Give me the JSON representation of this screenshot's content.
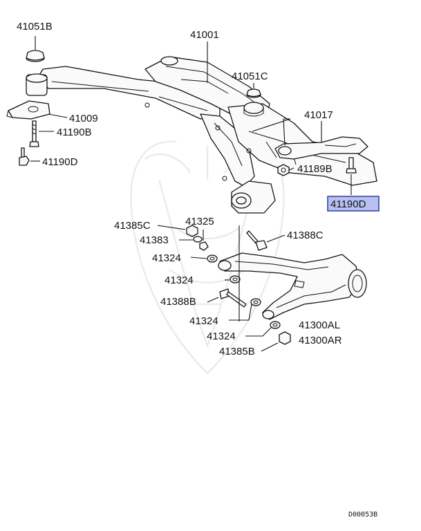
{
  "labels": {
    "p41051B": "41051B",
    "p41001": "41001",
    "p41051C": "41051C",
    "p41009": "41009",
    "p41190B": "41190B",
    "p41190D_left": "41190D",
    "p41017": "41017",
    "p41189B": "41189B",
    "p41190D_right": "41190D",
    "p41385C": "41385C",
    "p41325": "41325",
    "p41383": "41383",
    "p41388C": "41388C",
    "p41324_a": "41324",
    "p41324_b": "41324",
    "p41388B": "41388B",
    "p41324_c": "41324",
    "p41300AL": "41300AL",
    "p41324_d": "41324",
    "p41300AR": "41300AR",
    "p41385B": "41385B"
  },
  "highlight_color": "#b7c0f0",
  "highlight_border": "#2d3aa8",
  "doc_code": "D00053B"
}
